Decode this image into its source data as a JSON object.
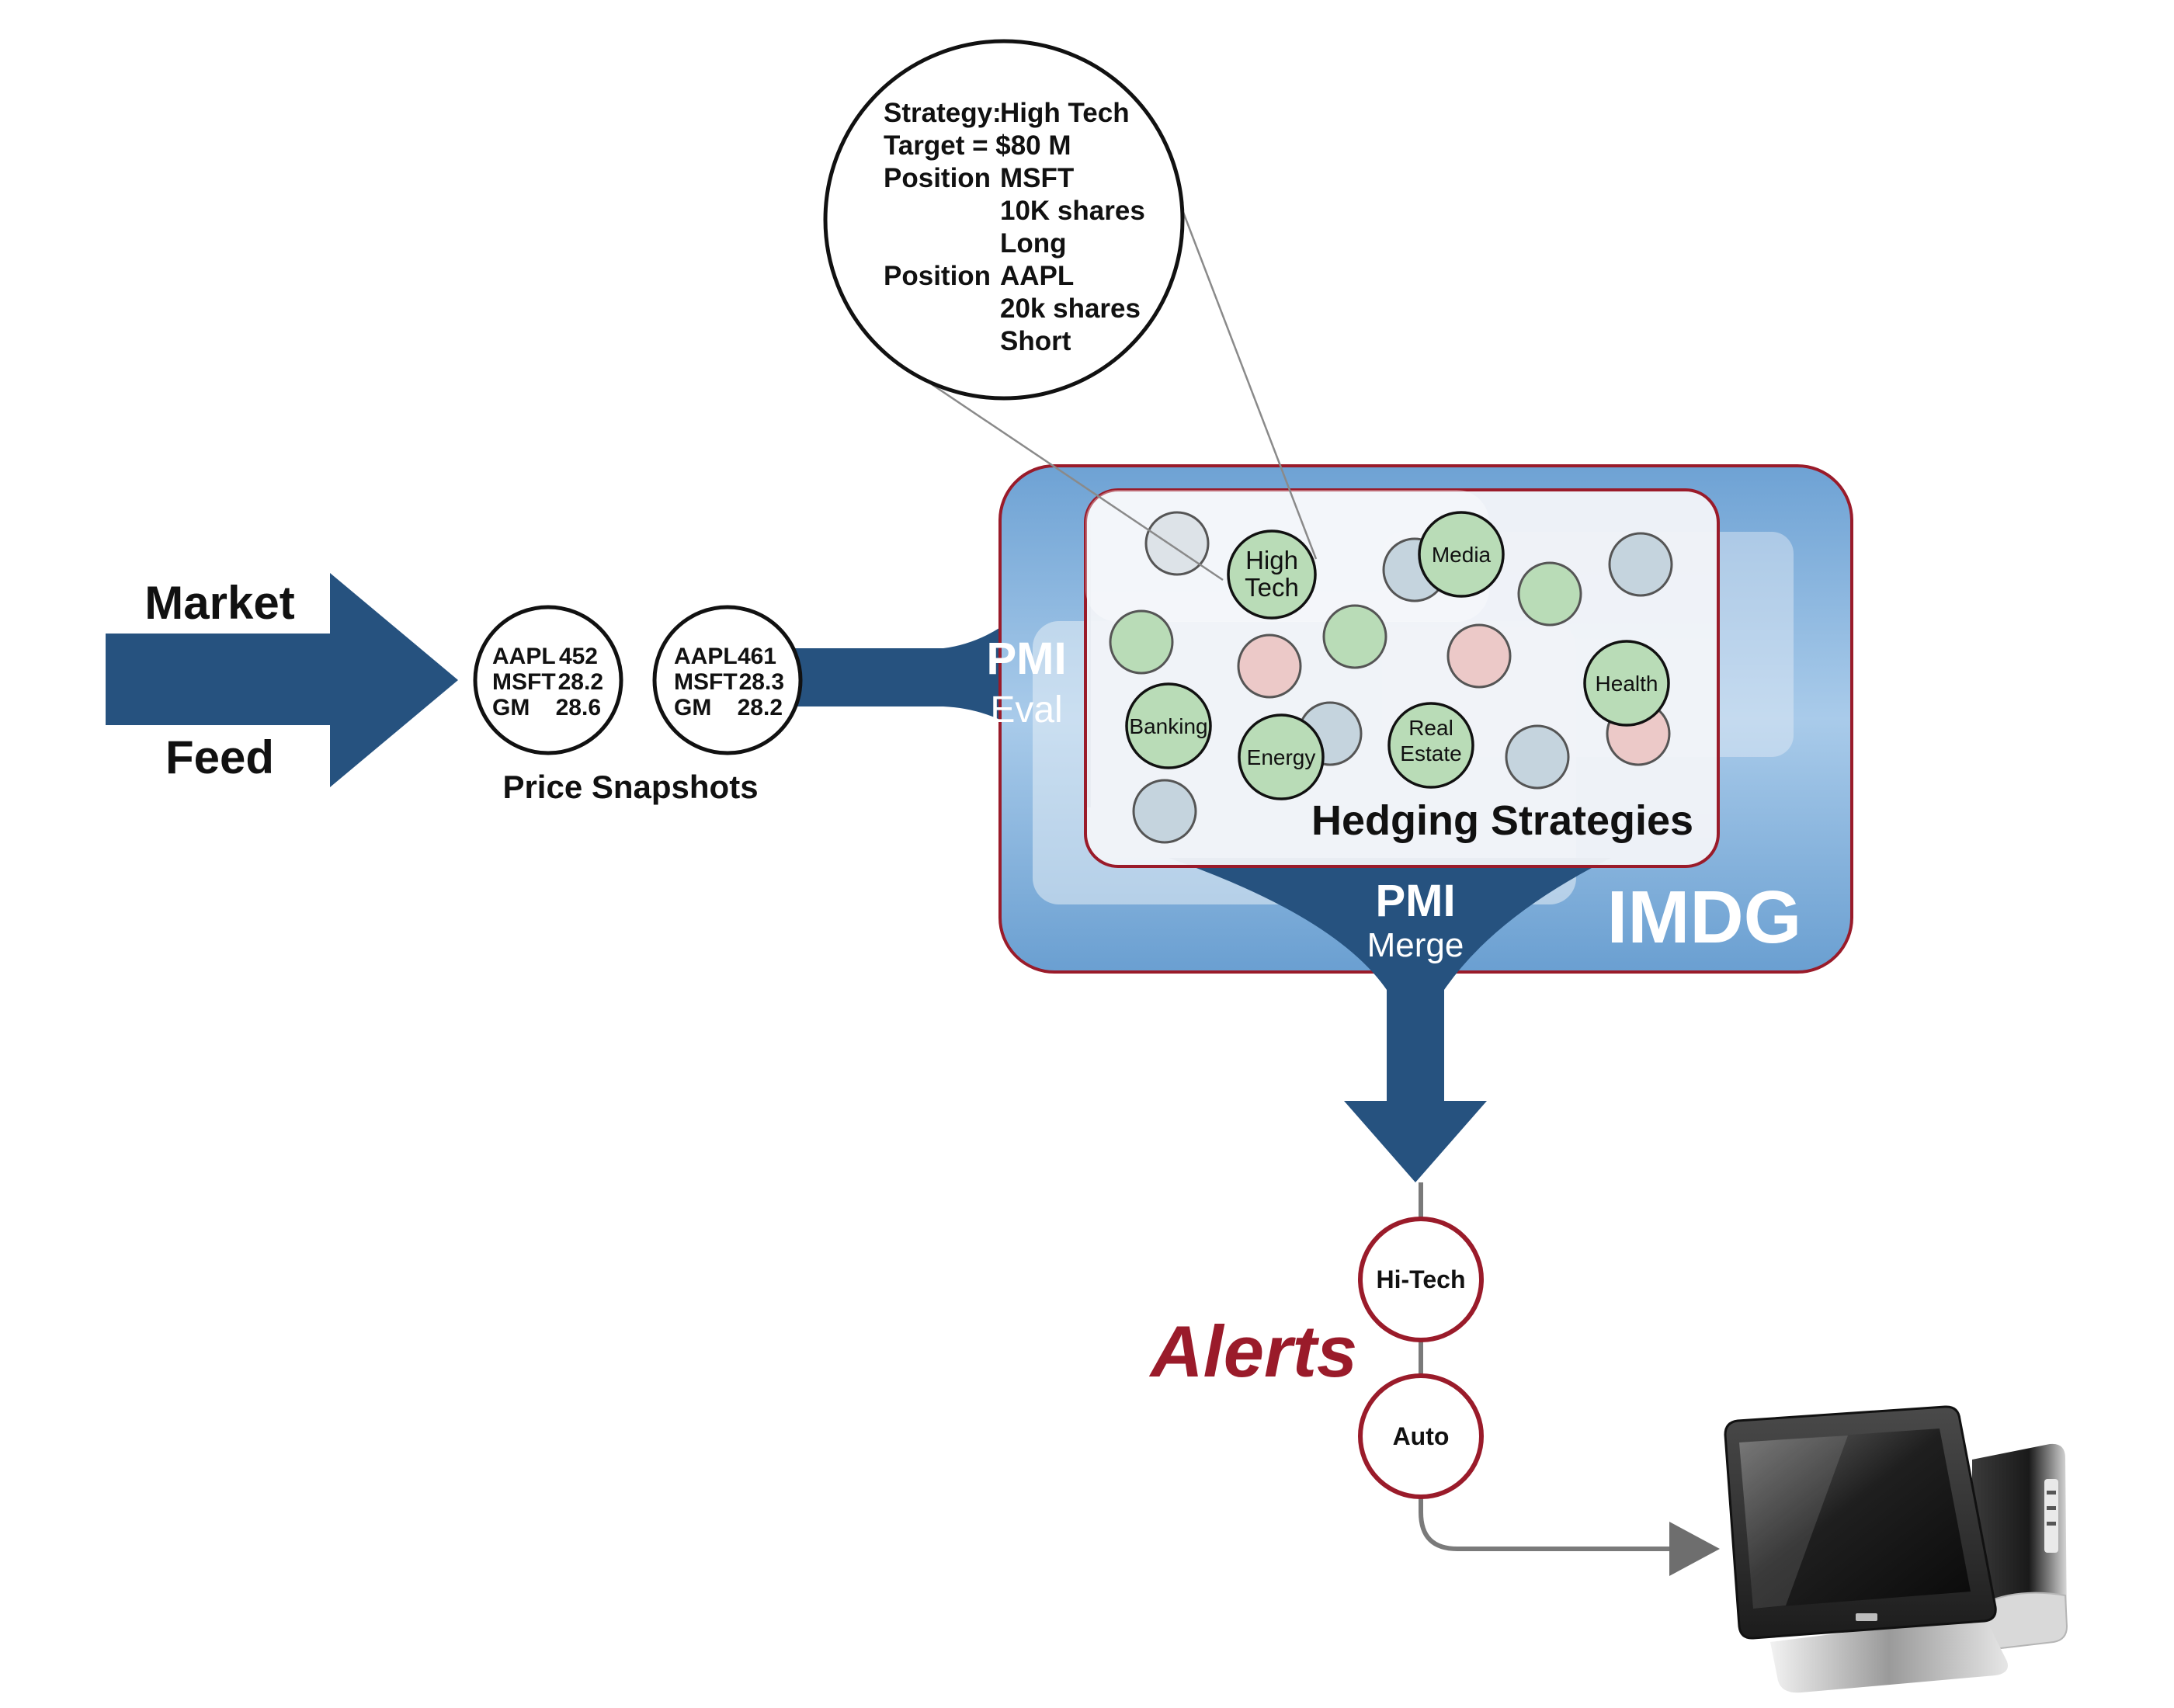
{
  "market_feed": {
    "line1": "Market",
    "line2": "Feed"
  },
  "snapshots": {
    "caption": "Price Snapshots",
    "items": [
      {
        "rows": [
          {
            "sym": "AAPL",
            "val": "452"
          },
          {
            "sym": "MSFT",
            "val": "28.2"
          },
          {
            "sym": "GM",
            "val": "28.6"
          }
        ]
      },
      {
        "rows": [
          {
            "sym": "AAPL",
            "val": "461"
          },
          {
            "sym": "MSFT",
            "val": "28.3"
          },
          {
            "sym": "GM",
            "val": "28.2"
          }
        ]
      }
    ]
  },
  "pmi_eval": {
    "title": "PMI",
    "sub": "Eval"
  },
  "pmi_merge": {
    "title": "PMI",
    "sub": "Merge"
  },
  "imdg_label": "IMDG",
  "hedging_label": "Hedging Strategies",
  "strategies": {
    "high_tech": {
      "line1": "High",
      "line2": "Tech"
    },
    "media": "Media",
    "banking": "Banking",
    "energy": "Energy",
    "real_estate": {
      "line1": "Real",
      "line2": "Estate"
    },
    "health": "Health"
  },
  "callout": {
    "strategy_label": "Strategy:",
    "strategy_value": "High Tech",
    "target": "Target = $80 M",
    "positions": [
      {
        "label": "Position",
        "symbol": "MSFT",
        "shares": "10K shares",
        "direction": "Long"
      },
      {
        "label": "Position",
        "symbol": "AAPL",
        "shares": "20k shares",
        "direction": "Short"
      }
    ]
  },
  "alerts": {
    "title": "Alerts",
    "items": [
      "Hi-Tech",
      "Auto"
    ]
  },
  "colors": {
    "flow_blue": "#26527f",
    "imdg_fill": "#8fb8e0",
    "border_red": "#9a1b2a",
    "alerts_red": "#9a1b2a",
    "node_green": "#b9dcb7",
    "node_pink": "#ecc9c8",
    "node_bluegray": "#c5d4de"
  },
  "icons": {
    "terminal": "desktop-computer-icon"
  }
}
